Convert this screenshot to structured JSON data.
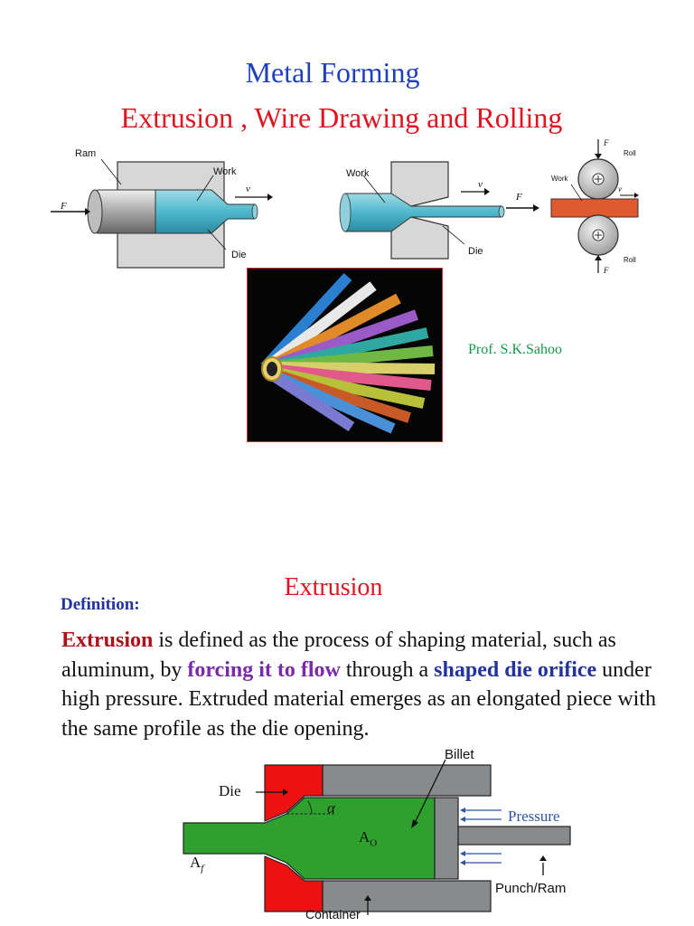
{
  "header": {
    "title": "Metal Forming",
    "subtitle": "Extrusion ,  Wire Drawing and Rolling"
  },
  "figure_top": {
    "extrusion": {
      "ram": "Ram",
      "work": "Work",
      "die": "Die",
      "force": "F",
      "velocity": "v"
    },
    "drawing": {
      "work": "Work",
      "die": "Die",
      "force": "F",
      "velocity": "v"
    },
    "rolling": {
      "work": "Work",
      "roll_top": "Roll",
      "roll_bottom": "Roll",
      "force_top": "F",
      "force_bottom": "F",
      "velocity": "v"
    }
  },
  "author": "Prof. S.K.Sahoo",
  "section": {
    "title": "Extrusion",
    "definition_label": "Definition:",
    "definition": {
      "term": "Extrusion",
      "part1": " is defined as the process of shaping material, such as aluminum, by ",
      "emph1": "forcing it to flow",
      "part2": " through a ",
      "emph2": "shaped die orifice",
      "part3": " under high pressure. Extruded material emerges as an elongated piece with the same profile as the die opening."
    }
  },
  "figure_bottom": {
    "billet": "Billet",
    "die": "Die",
    "alpha": "α",
    "area_initial": "A",
    "area_initial_sub": "O",
    "area_final": "A",
    "area_final_sub": "f",
    "pressure": "Pressure",
    "punch": "Punch/Ram",
    "container": "Container"
  },
  "colors": {
    "title_blue": "#1f3fbf",
    "title_red": "#e0141e",
    "work_cyan": "#4fb8cc",
    "die_gray": "#d7d7d7",
    "roll_strip": "#e05a30",
    "billet_green": "#2ea02e",
    "die_red": "#ee1111"
  }
}
